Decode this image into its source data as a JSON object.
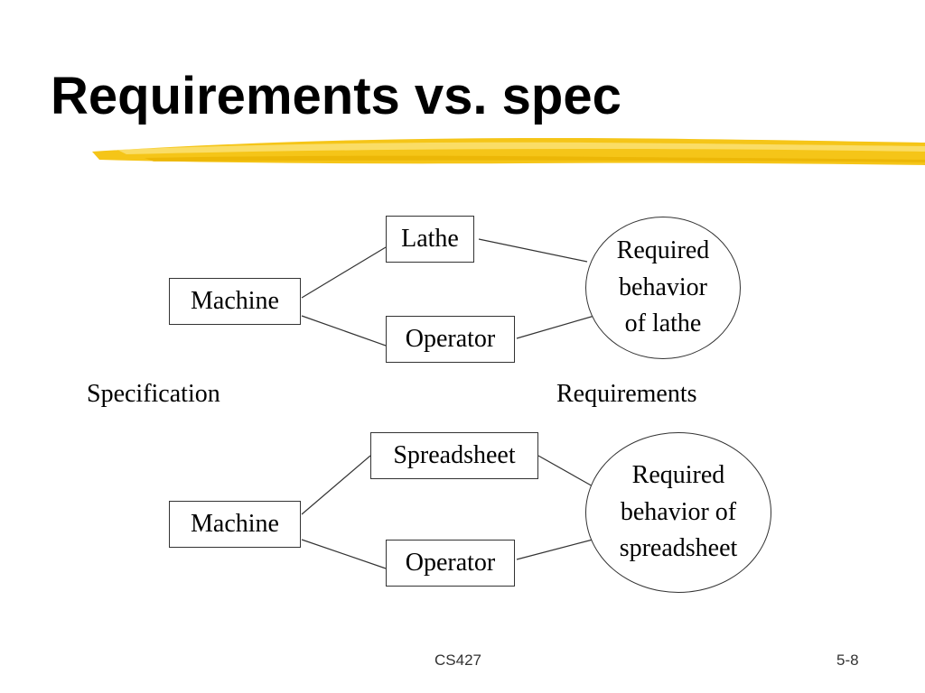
{
  "slide": {
    "title": "Requirements vs. spec",
    "accent_color": "#f5c518"
  },
  "diagram": {
    "top": {
      "machine": "Machine",
      "lathe": "Lathe",
      "operator": "Operator",
      "bubble": [
        "Required",
        "behavior",
        "of lathe"
      ]
    },
    "labels": {
      "specification": "Specification",
      "requirements": "Requirements"
    },
    "bottom": {
      "machine": "Machine",
      "spreadsheet": "Spreadsheet",
      "operator": "Operator",
      "bubble": [
        "Required",
        "behavior of",
        "spreadsheet"
      ]
    }
  },
  "footer": {
    "course": "CS427",
    "page": "5-8"
  }
}
